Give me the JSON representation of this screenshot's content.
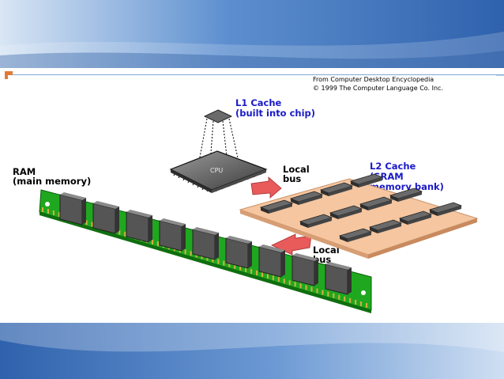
{
  "credit": {
    "line1": "From Computer Desktop Encyclopedia",
    "line2": "© 1999 The Computer Language Co. Inc."
  },
  "labels": {
    "l1_line1": "L1 Cache",
    "l1_line2": "(built into chip)",
    "cpu": "CPU",
    "ram_line1": "RAM",
    "ram_line2": "(main memory)",
    "local_bus_top_1": "Local",
    "local_bus_top_2": "bus",
    "local_bus_bottom_1": "Local",
    "local_bus_bottom_2": "bus",
    "l2_line1": "L2 Cache",
    "l2_line2": "(SRAM",
    "l2_line3": "memory bank)"
  },
  "colors": {
    "header_blue": "#4a7fc0",
    "accent_orange": "#e07b39",
    "pcb_green": "#1fa81f",
    "sram_board": "#f5c6a0",
    "bus_arrow": "#e95a5a",
    "label_blue": "#1a1ac8"
  }
}
